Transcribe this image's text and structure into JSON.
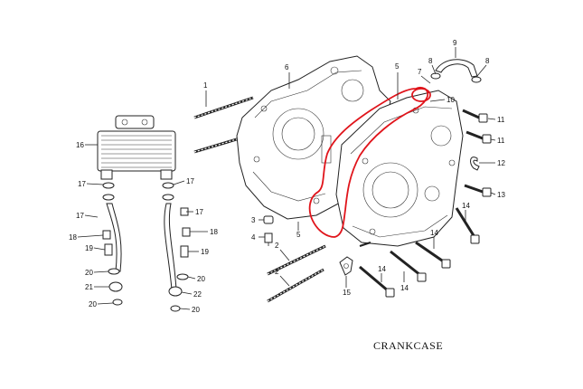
{
  "caption": "CRANKCASE",
  "callouts": [
    {
      "n": "1"
    },
    {
      "n": "2"
    },
    {
      "n": "2"
    },
    {
      "n": "3"
    },
    {
      "n": "4"
    },
    {
      "n": "5"
    },
    {
      "n": "5"
    },
    {
      "n": "6"
    },
    {
      "n": "7"
    },
    {
      "n": "8"
    },
    {
      "n": "8"
    },
    {
      "n": "9"
    },
    {
      "n": "10"
    },
    {
      "n": "11"
    },
    {
      "n": "11"
    },
    {
      "n": "12"
    },
    {
      "n": "13"
    },
    {
      "n": "14"
    },
    {
      "n": "14"
    },
    {
      "n": "14"
    },
    {
      "n": "14"
    },
    {
      "n": "15"
    },
    {
      "n": "16"
    },
    {
      "n": "17"
    },
    {
      "n": "17"
    },
    {
      "n": "17"
    },
    {
      "n": "17"
    },
    {
      "n": "18"
    },
    {
      "n": "18"
    },
    {
      "n": "19"
    },
    {
      "n": "19"
    },
    {
      "n": "20"
    },
    {
      "n": "20"
    },
    {
      "n": "20"
    },
    {
      "n": "20"
    },
    {
      "n": "21"
    },
    {
      "n": "22"
    }
  ],
  "highlight_color": "#e0141b"
}
